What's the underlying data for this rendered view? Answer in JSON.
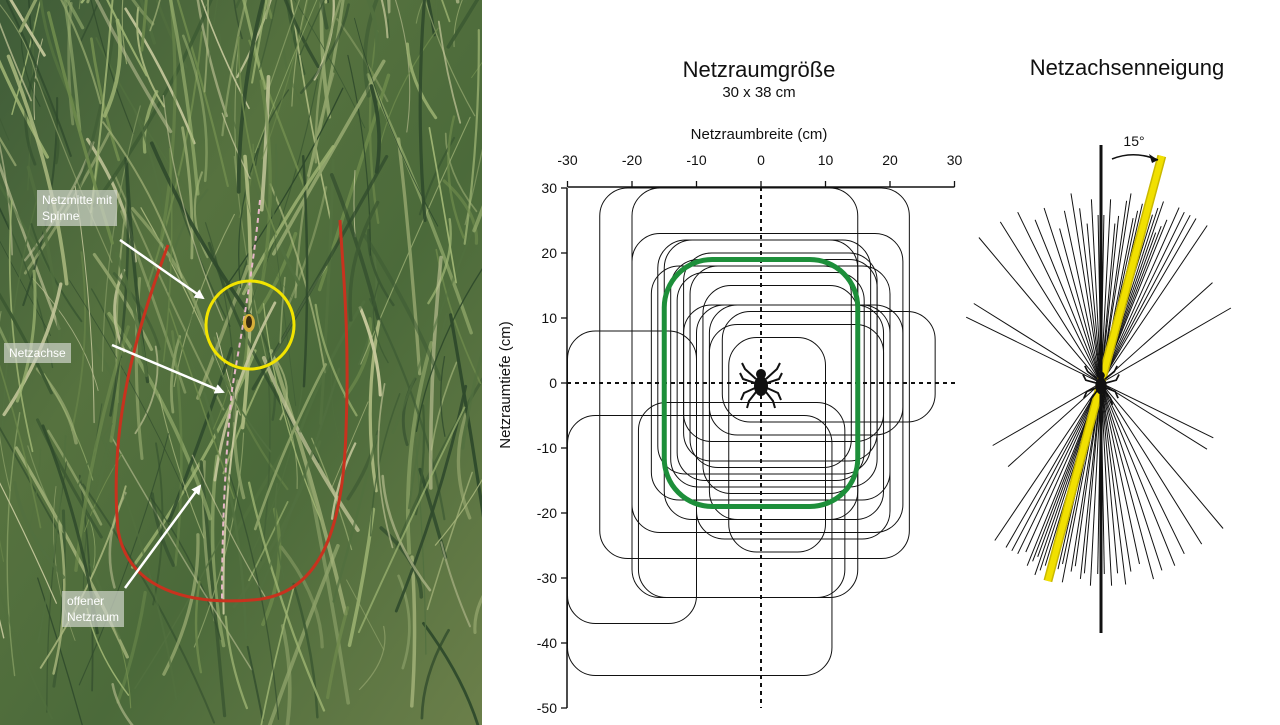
{
  "photo": {
    "labels": {
      "web_center": "Netzmitte mit\nSpinne",
      "web_axis": "Netzachse",
      "open_space": "offener\nNetzraum"
    },
    "colors": {
      "outline_red": "#c8321e",
      "center_yellow": "#f2e400",
      "axis_pink": "#e7b8c8",
      "arrow_white": "#ffffff"
    }
  },
  "size_chart": {
    "title": "Netzraumgröße",
    "subtitle": "30 x 38 cm",
    "x_axis_label": "Netzraumbreite (cm)",
    "y_axis_label": "Netzraumtiefe (cm)",
    "x_ticks": [
      "-30",
      "-20",
      "-10",
      "0",
      "10",
      "20",
      "30"
    ],
    "y_ticks": [
      "30",
      "20",
      "10",
      "0",
      "-10",
      "-20",
      "-30",
      "-40",
      "-50"
    ],
    "mean_color": "#1d8f3a",
    "spider_icon": "spider-icon"
  },
  "chart_data": {
    "type": "scatter",
    "xlim": [
      -30,
      30
    ],
    "ylim": [
      -50,
      30
    ],
    "x_tick_values": [
      -30,
      -20,
      -10,
      0,
      10,
      20,
      30
    ],
    "y_tick_values": [
      30,
      20,
      10,
      0,
      -10,
      -20,
      -30,
      -40,
      -50
    ],
    "web_outlines": [
      {
        "x1": -30,
        "x2": 11,
        "y1": -45,
        "y2": -5
      },
      {
        "x1": -30,
        "x2": -10,
        "y1": -37,
        "y2": 8
      },
      {
        "x1": -25,
        "x2": 23,
        "y1": -27,
        "y2": 30
      },
      {
        "x1": -20,
        "x2": 15,
        "y1": -33,
        "y2": 30
      },
      {
        "x1": -20,
        "x2": 22,
        "y1": -23,
        "y2": 23
      },
      {
        "x1": -19,
        "x2": 13,
        "y1": -33,
        "y2": -3
      },
      {
        "x1": -17,
        "x2": 20,
        "y1": -18,
        "y2": 18
      },
      {
        "x1": -16,
        "x2": 17,
        "y1": -14,
        "y2": 22
      },
      {
        "x1": -15,
        "x2": 15,
        "y1": -21,
        "y2": 22
      },
      {
        "x1": -14,
        "x2": 18,
        "y1": -16,
        "y2": 19
      },
      {
        "x1": -13,
        "x2": 16,
        "y1": -15,
        "y2": 17
      },
      {
        "x1": -12,
        "x2": 18,
        "y1": -12,
        "y2": 20
      },
      {
        "x1": -12,
        "x2": 19,
        "y1": -9,
        "y2": 12
      },
      {
        "x1": -11,
        "x2": 14,
        "y1": -13,
        "y2": 18
      },
      {
        "x1": -10,
        "x2": 20,
        "y1": -24,
        "y2": 12
      },
      {
        "x1": -9,
        "x2": 15,
        "y1": -17,
        "y2": 15
      },
      {
        "x1": -8,
        "x2": 22,
        "y1": -8,
        "y2": 12
      },
      {
        "x1": -8,
        "x2": 19,
        "y1": -21,
        "y2": 9
      },
      {
        "x1": -6,
        "x2": 27,
        "y1": -6,
        "y2": 11
      },
      {
        "x1": -5,
        "x2": 10,
        "y1": -26,
        "y2": 7
      }
    ],
    "mean_outline": {
      "x1": -15,
      "x2": 15,
      "y1": -19,
      "y2": 19
    }
  },
  "inclination_chart": {
    "title": "Netzachsenneigung",
    "angle_label": "15°",
    "mean_color": "#f1e000",
    "spider_icon": "spider-icon",
    "mean_angle_deg": 15,
    "axis_angles_deg": [
      -64,
      -58,
      -40,
      -32,
      -26,
      -22,
      -18,
      -15,
      -12,
      -9,
      -7,
      -5,
      -3,
      -1,
      1,
      3,
      5,
      6,
      8,
      9,
      11,
      12,
      13,
      14,
      15,
      16,
      17,
      18,
      19,
      20,
      21,
      22,
      24,
      26,
      28,
      30,
      34,
      48,
      60
    ]
  }
}
